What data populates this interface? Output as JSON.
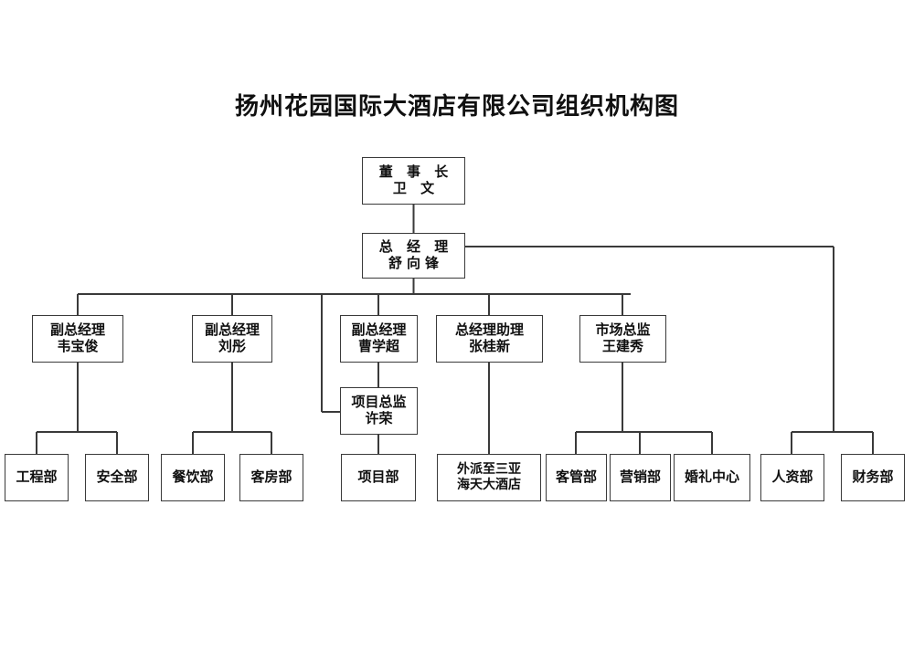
{
  "title": "扬州花园国际大酒店有限公司组织机构图",
  "chart_data": {
    "type": "diagram",
    "diagram_kind": "organization-chart",
    "title": "扬州花园国际大酒店有限公司组织机构图",
    "orientation": "top-down",
    "box_style": {
      "border": "#3a3a3a",
      "fill": "#ffffff",
      "text": "#101010"
    },
    "connector_color": "#3a3a3a",
    "nodes": [
      {
        "id": "chairman",
        "title": "董 事 长",
        "name": "卫  文",
        "level": 0
      },
      {
        "id": "gm",
        "title": "总 经 理",
        "name": "舒向锋",
        "level": 1
      },
      {
        "id": "dgm_wei",
        "title": "副总经理",
        "name": "韦宝俊",
        "level": 2
      },
      {
        "id": "dgm_liu",
        "title": "副总经理",
        "name": "刘彤",
        "level": 2
      },
      {
        "id": "dgm_cao",
        "title": "副总经理",
        "name": "曹学超",
        "level": 2
      },
      {
        "id": "gm_asst",
        "title": "总经理助理",
        "name": "张桂新",
        "level": 2
      },
      {
        "id": "mkt_dir",
        "title": "市场总监",
        "name": "王建秀",
        "level": 2
      },
      {
        "id": "proj_dir",
        "title": "项目总监",
        "name": "许荣",
        "level": 3
      },
      {
        "id": "dept_eng",
        "title": "工程部",
        "name": "",
        "level": 4
      },
      {
        "id": "dept_sec",
        "title": "安全部",
        "name": "",
        "level": 4
      },
      {
        "id": "dept_fnb",
        "title": "餐饮部",
        "name": "",
        "level": 4
      },
      {
        "id": "dept_room",
        "title": "客房部",
        "name": "",
        "level": 4
      },
      {
        "id": "dept_proj",
        "title": "项目部",
        "name": "",
        "level": 4
      },
      {
        "id": "dept_sanya",
        "title": "外派至三亚",
        "name": "海天大酒店",
        "level": 4
      },
      {
        "id": "dept_guest",
        "title": "客管部",
        "name": "",
        "level": 4
      },
      {
        "id": "dept_sales",
        "title": "营销部",
        "name": "",
        "level": 4
      },
      {
        "id": "dept_wed",
        "title": "婚礼中心",
        "name": "",
        "level": 4
      },
      {
        "id": "dept_hr",
        "title": "人资部",
        "name": "",
        "level": 4
      },
      {
        "id": "dept_fin",
        "title": "财务部",
        "name": "",
        "level": 4
      }
    ],
    "edges": [
      {
        "from": "chairman",
        "to": "gm"
      },
      {
        "from": "gm",
        "to": "dgm_wei"
      },
      {
        "from": "gm",
        "to": "dgm_liu"
      },
      {
        "from": "gm",
        "to": "dgm_cao"
      },
      {
        "from": "gm",
        "to": "gm_asst"
      },
      {
        "from": "gm",
        "to": "mkt_dir"
      },
      {
        "from": "gm",
        "to": "proj_dir"
      },
      {
        "from": "gm",
        "to": "dept_hr"
      },
      {
        "from": "gm",
        "to": "dept_fin"
      },
      {
        "from": "dgm_cao",
        "to": "proj_dir"
      },
      {
        "from": "dgm_wei",
        "to": "dept_eng"
      },
      {
        "from": "dgm_wei",
        "to": "dept_sec"
      },
      {
        "from": "dgm_liu",
        "to": "dept_fnb"
      },
      {
        "from": "dgm_liu",
        "to": "dept_room"
      },
      {
        "from": "proj_dir",
        "to": "dept_proj"
      },
      {
        "from": "gm_asst",
        "to": "dept_sanya"
      },
      {
        "from": "mkt_dir",
        "to": "dept_guest"
      },
      {
        "from": "mkt_dir",
        "to": "dept_sales"
      },
      {
        "from": "mkt_dir",
        "to": "dept_wed"
      }
    ]
  },
  "boxes": {
    "chairman": {
      "line1": "董 事 长",
      "line2": "卫  文"
    },
    "gm": {
      "line1": "总 经 理",
      "line2": "舒向锋"
    },
    "dgm_wei": {
      "line1": "副总经理",
      "line2": "韦宝俊"
    },
    "dgm_liu": {
      "line1": "副总经理",
      "line2": "刘彤"
    },
    "dgm_cao": {
      "line1": "副总经理",
      "line2": "曹学超"
    },
    "gm_asst": {
      "line1": "总经理助理",
      "line2": "张桂新"
    },
    "mkt_dir": {
      "line1": "市场总监",
      "line2": "王建秀"
    },
    "proj_dir": {
      "line1": "项目总监",
      "line2": "许荣"
    },
    "dept_eng": {
      "line1": "工程部",
      "line2": ""
    },
    "dept_sec": {
      "line1": "安全部",
      "line2": ""
    },
    "dept_fnb": {
      "line1": "餐饮部",
      "line2": ""
    },
    "dept_room": {
      "line1": "客房部",
      "line2": ""
    },
    "dept_proj": {
      "line1": "项目部",
      "line2": ""
    },
    "dept_sanya": {
      "line1": "外派至三亚",
      "line2": "海天大酒店"
    },
    "dept_guest": {
      "line1": "客管部",
      "line2": ""
    },
    "dept_sales": {
      "line1": "营销部",
      "line2": ""
    },
    "dept_wed": {
      "line1": "婚礼中心",
      "line2": ""
    },
    "dept_hr": {
      "line1": "人资部",
      "line2": ""
    },
    "dept_fin": {
      "line1": "财务部",
      "line2": ""
    }
  }
}
